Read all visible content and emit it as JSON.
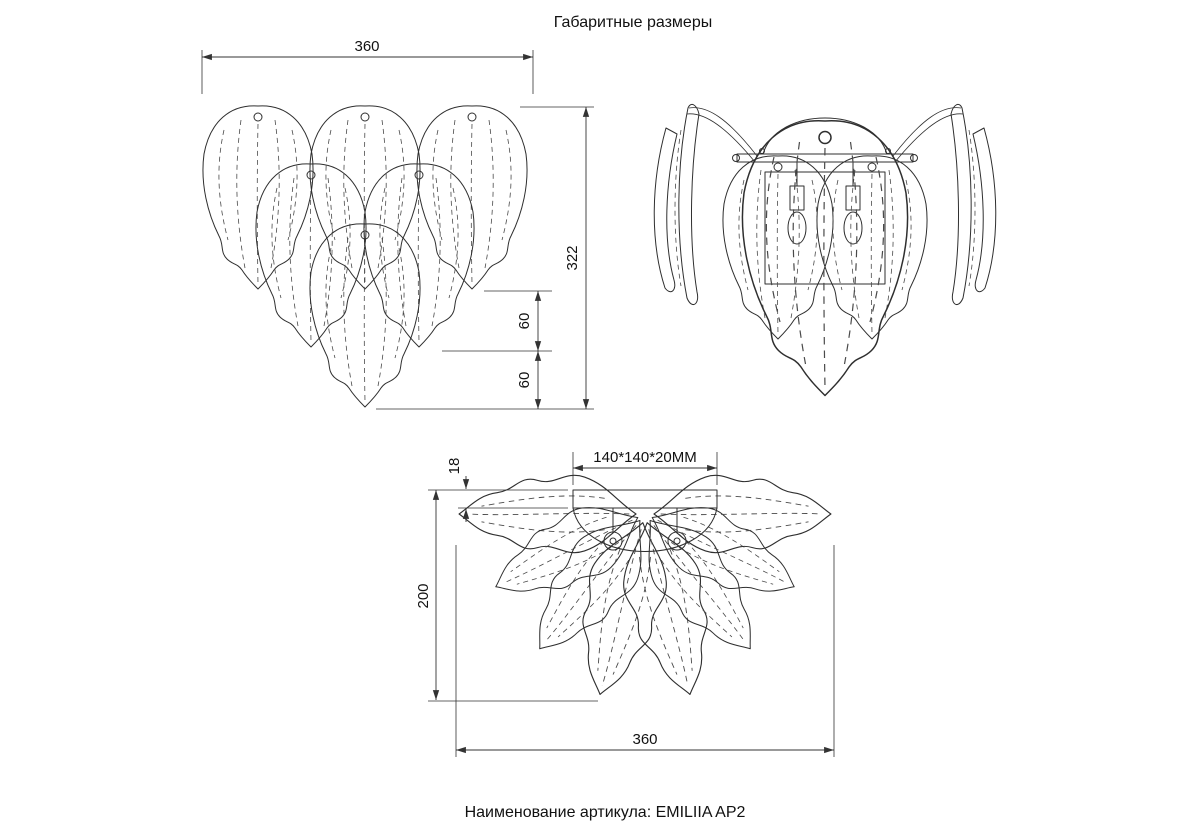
{
  "title": "Габаритные размеры",
  "footer_label": "Наименование артикула: EMILIIA AP2",
  "front_view": {
    "width_mm": "360",
    "height_mm": "322",
    "tier_offset_upper_mm": "60",
    "tier_offset_lower_mm": "60"
  },
  "plan_view": {
    "plate_size": "140*140*20MM",
    "plate_thickness_mm": "18",
    "depth_mm": "200",
    "width_mm": "360"
  },
  "colors": {
    "line": "#2f2f2f",
    "background": "#ffffff"
  }
}
